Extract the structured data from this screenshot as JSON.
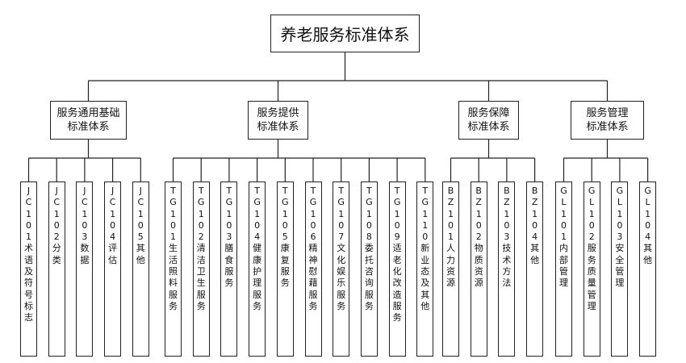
{
  "root": "养老服务标准体系",
  "categories": [
    {
      "label": "服务通用基础\n标准体系",
      "items": [
        "J\nC\n1\n0\n1\n术\n语\n及\n符\n号\n标\n志",
        "J\nC\n1\n0\n2\n分\n类",
        "J\nC\n1\n0\n3\n数\n据",
        "J\nC\n1\n0\n4\n评\n估",
        "J\nC\n1\n0\n5\n其\n他"
      ]
    },
    {
      "label": "服务提供\n标准体系",
      "items": [
        "T\nG\n1\n0\n1\n生\n活\n照\n料\n服\n务",
        "T\nG\n1\n0\n2\n清\n洁\n卫\n生\n服\n务",
        "T\nG\n1\n0\n3\n膳\n食\n服\n务",
        "T\nG\n1\n0\n4\n健\n康\n护\n理\n服\n务",
        "T\nG\n1\n0\n5\n康\n复\n服\n务",
        "T\nG\n1\n0\n6\n精\n神\n慰\n藉\n服\n务",
        "T\nG\n1\n0\n7\n文\n化\n娱\n乐\n服\n务",
        "T\nG\n1\n0\n8\n委\n托\n咨\n询\n服\n务",
        "T\nG\n1\n0\n9\n适\n老\n化\n改\n造\n服\n务",
        "T\nG\n1\n1\n0\n新\n业\n态\n及\n其\n他"
      ]
    },
    {
      "label": "服务保障\n标准体系",
      "items": [
        "B\nZ\n1\n0\n1\n人\n力\n资\n源",
        "B\nZ\n1\n0\n2\n物\n质\n资\n源",
        "B\nZ\n1\n0\n3\n技\n术\n方\n法",
        "B\nZ\n1\n0\n4\n其\n他"
      ]
    },
    {
      "label": "服务管理\n标准体系",
      "items": [
        "G\nL\n1\n0\n1\n内\n部\n管\n理",
        "G\nL\n1\n0\n2\n服\n务\n质\n量\n管\n理",
        "G\nL\n1\n0\n3\n安\n全\n管\n理",
        "G\nL\n1\n0\n4\n其\n他"
      ]
    }
  ]
}
